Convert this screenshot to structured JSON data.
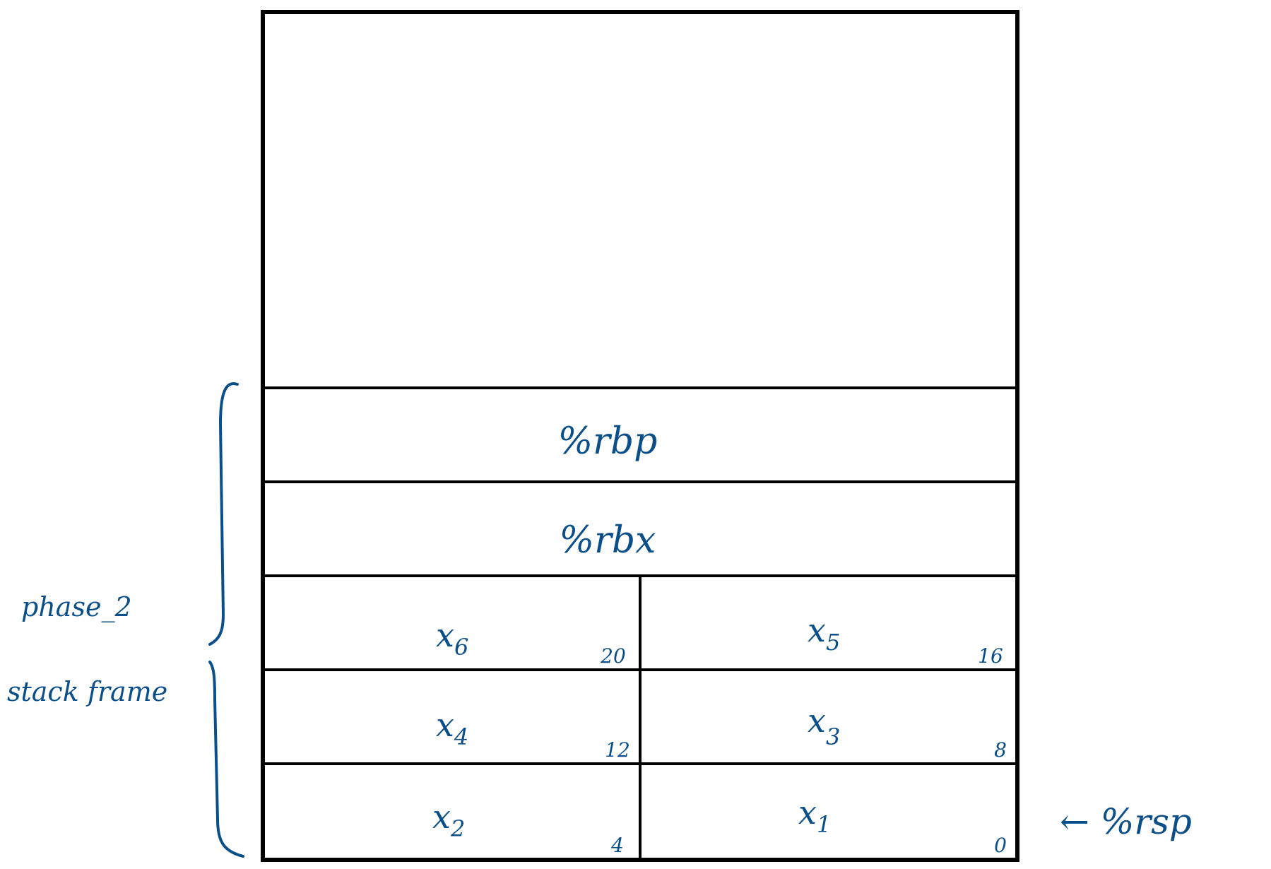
{
  "slots": {
    "rbp": {
      "label": "%rbp"
    },
    "rbx": {
      "label": "%rbx"
    }
  },
  "vars": [
    {
      "name": "x",
      "sub": "6",
      "offset": "20"
    },
    {
      "name": "x",
      "sub": "5",
      "offset": "16"
    },
    {
      "name": "x",
      "sub": "4",
      "offset": "12"
    },
    {
      "name": "x",
      "sub": "3",
      "offset": "8"
    },
    {
      "name": "x",
      "sub": "2",
      "offset": "4"
    },
    {
      "name": "x",
      "sub": "1",
      "offset": "0"
    }
  ],
  "annotations": {
    "frame_line1": "phase_2",
    "frame_line2": "stack frame",
    "rsp_pointer": "← %rsp"
  },
  "colors": {
    "ink": "#0b4f8a",
    "frame": "#000000"
  }
}
